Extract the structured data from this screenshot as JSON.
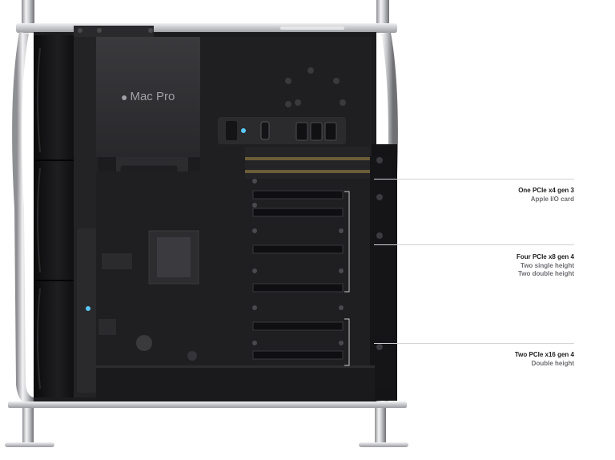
{
  "product": {
    "logo_text": "Mac Pro",
    "logo_icon": "apple-logo-icon"
  },
  "callouts": [
    {
      "title": "One PCIe x4 gen 3",
      "lines": [
        "Apple I/O card"
      ]
    },
    {
      "title": "Four PCIe x8 gen 4",
      "lines": [
        "Two single height",
        "Two double height"
      ]
    },
    {
      "title": "Two PCIe x16 gen 4",
      "lines": [
        "Double height"
      ]
    }
  ],
  "colors": {
    "chassis": "#1c1c1e",
    "frame": "#c7c8cc",
    "accent_dot": "#5ac8fa",
    "label_title": "#1d1d1f",
    "label_sub": "#6e6e73"
  }
}
